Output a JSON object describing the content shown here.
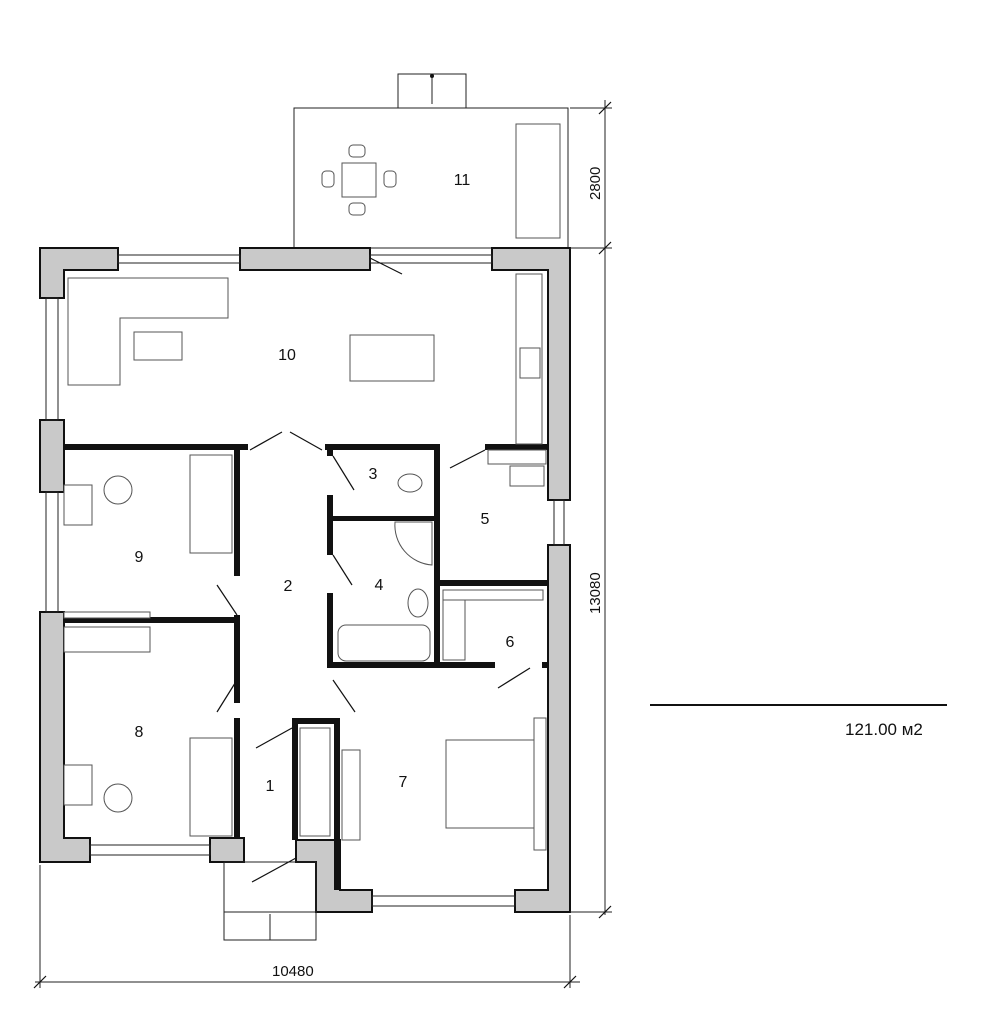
{
  "rooms": [
    {
      "number": "1"
    },
    {
      "number": "2"
    },
    {
      "number": "3"
    },
    {
      "number": "4"
    },
    {
      "number": "5"
    },
    {
      "number": "6"
    },
    {
      "number": "7"
    },
    {
      "number": "8"
    },
    {
      "number": "9"
    },
    {
      "number": "10"
    },
    {
      "number": "11"
    }
  ],
  "dimensions": {
    "terrace_depth": "2800",
    "house_depth": "13080",
    "house_width": "10480"
  },
  "area": "121.00 м2",
  "colors": {
    "wall_fill": "#c9c9c9",
    "partition": "#111111"
  }
}
